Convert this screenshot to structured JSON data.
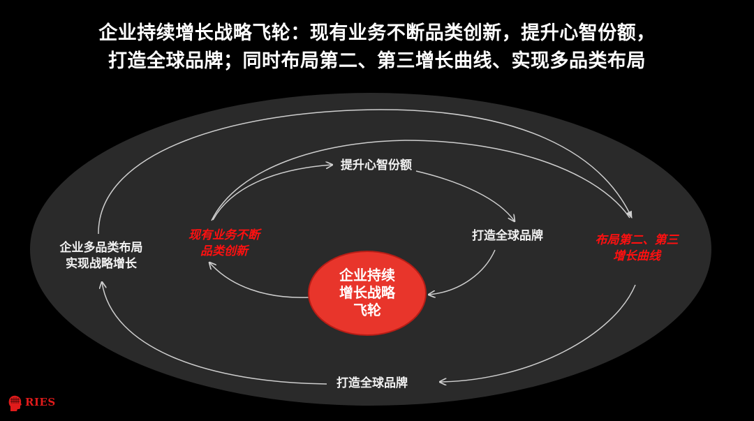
{
  "title": {
    "line1": "企业持续增长战略飞轮：现有业务不断品类创新，提升心智份额，",
    "line2": "打造全球品牌；同时布局第二、第三增长曲线、实现多品类布局"
  },
  "diagram": {
    "hub": {
      "line1": "企业持续",
      "line2": "增长战略",
      "line3": "飞轮",
      "color": "#e8352b"
    },
    "inner_cycle": {
      "innovation": {
        "line1": "现有业务不断",
        "line2": "品类创新"
      },
      "mindshare": "提升心智份额",
      "global_brand": "打造全球品牌"
    },
    "outer_cycle": {
      "second_third_curve": {
        "line1": "布局第二、第三",
        "line2": "增长曲线"
      },
      "global_brand_bottom": "打造全球品牌",
      "multi_category": {
        "line1": "企业多品类布局",
        "line2": "实现战略增长"
      }
    },
    "colors": {
      "background": "#000000",
      "ellipse": "#2a2a2a",
      "arrow": "#cfcfcf",
      "highlight_text": "#ff1010",
      "normal_text": "#f2f2f2"
    }
  },
  "logo": {
    "text": "RIES",
    "icon": "head-grid-icon"
  }
}
